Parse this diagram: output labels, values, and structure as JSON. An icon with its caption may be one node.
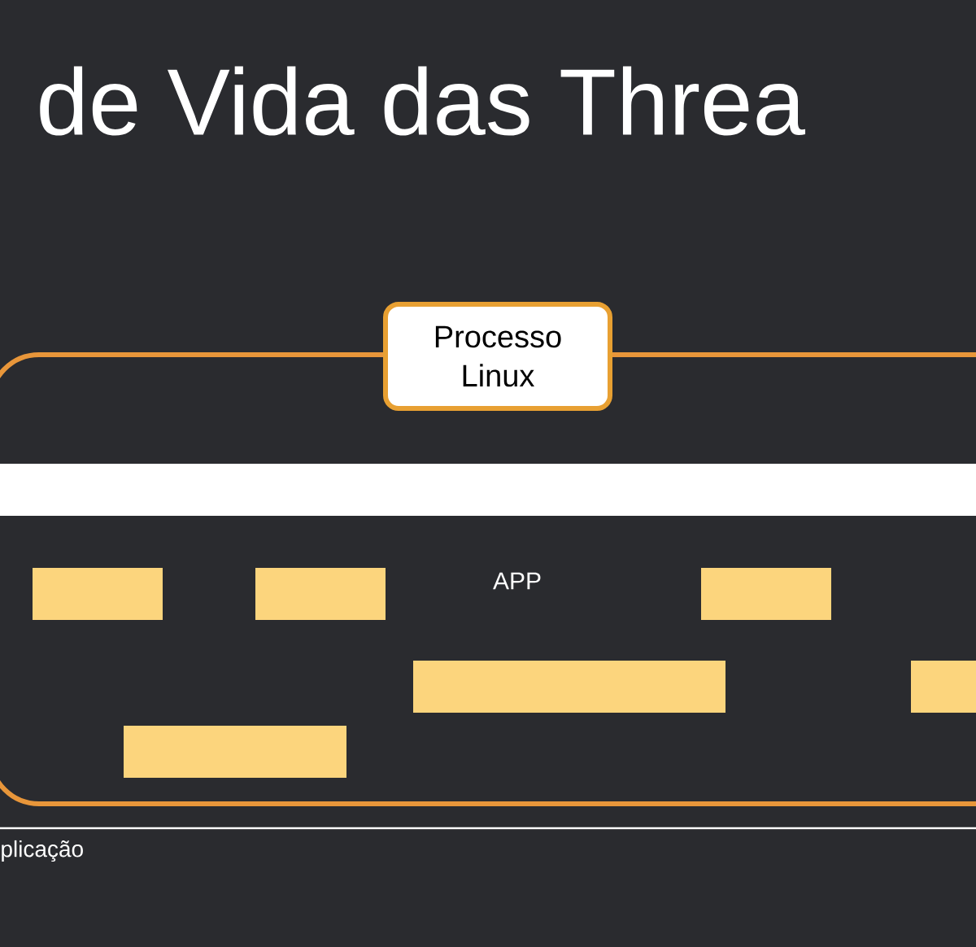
{
  "diagram": {
    "title": "de Vida das Threa",
    "nodes": [
      {
        "text": [],
        "shape": "box"
      },
      {
        "text": [
          "Processo Linux"
        ]
      },
      {
        "text": [],
        "shape": "bar",
        "in": 0
      },
      {
        "text": [],
        "shape": "bar",
        "in": 0
      },
      {
        "text": [],
        "shape": "bar",
        "in": 0
      },
      {
        "text": [],
        "shape": "bar",
        "in": 0
      },
      {
        "text": [],
        "shape": "bar",
        "in": 0
      },
      {
        "text": [],
        "shape": "bar",
        "in": 0
      },
      {
        "text": [],
        "shape": "bar",
        "in": 0
      }
    ],
    "labels": [
      "APP",
      "plicação"
    ]
  }
}
